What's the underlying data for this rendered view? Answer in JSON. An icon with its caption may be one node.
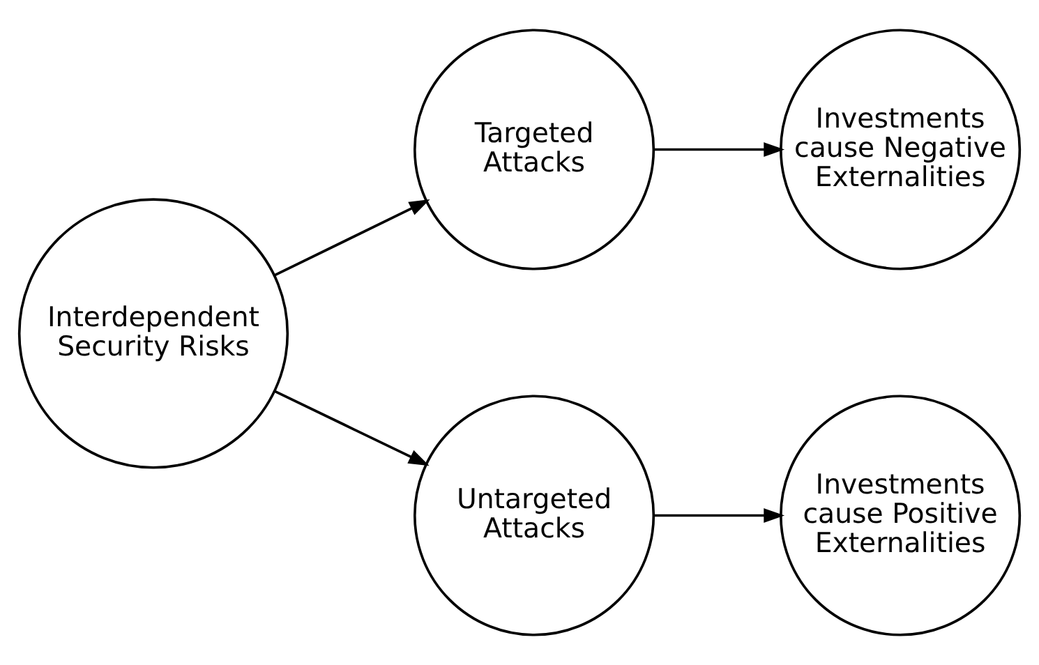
{
  "diagram": {
    "nodes": [
      {
        "text": [
          "Interdependent Security Risks"
        ]
      },
      {
        "text": [
          "Targeted Attacks"
        ]
      },
      {
        "text": [
          "Investments cause Negative Externalities"
        ]
      },
      {
        "text": [
          "Untargeted Attacks"
        ]
      },
      {
        "text": [
          "Investments cause Positive Externalities"
        ]
      }
    ],
    "edges": [
      {
        "from": 0,
        "to": 1,
        "arrow": "to"
      },
      {
        "from": 1,
        "to": 2,
        "arrow": "to"
      },
      {
        "from": 0,
        "to": 3,
        "arrow": "to"
      },
      {
        "from": 3,
        "to": 4,
        "arrow": "to"
      }
    ]
  }
}
